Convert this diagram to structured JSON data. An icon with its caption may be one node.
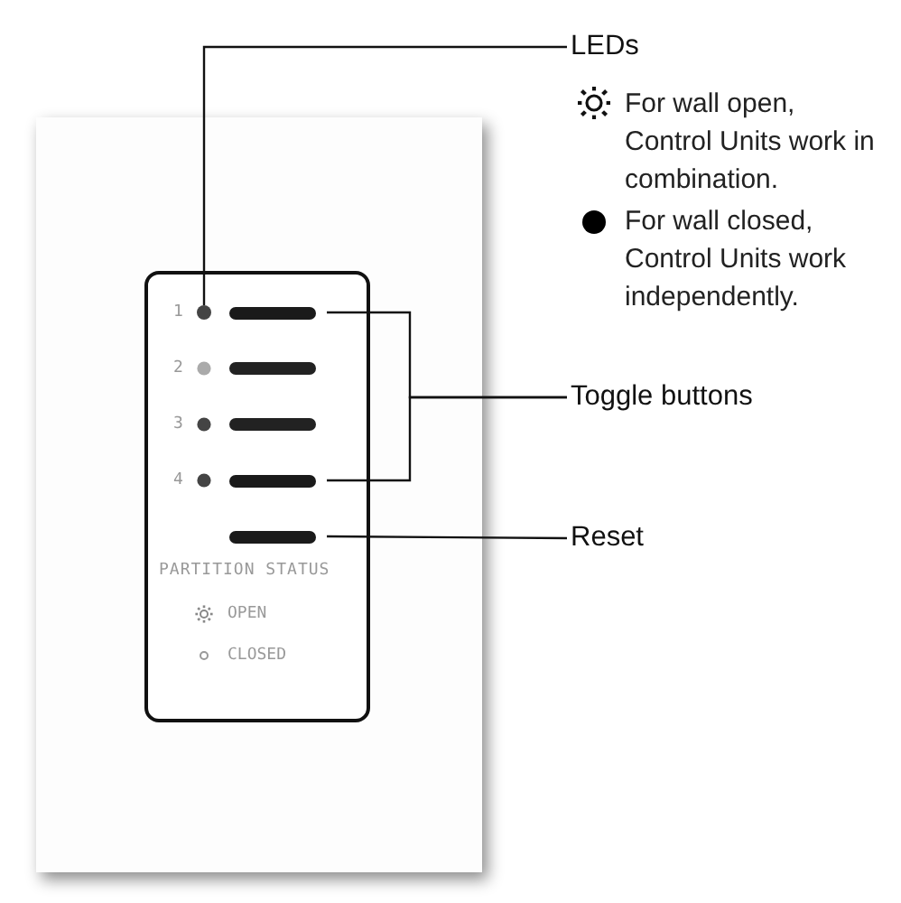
{
  "diagram": {
    "nodes": [
      {
        "text": [
          "LEDs"
        ]
      },
      {
        "text": [],
        "shape": "circle"
      },
      {
        "text": [
          "Toggle buttons"
        ]
      },
      {
        "text": [],
        "shape": "bar"
      },
      {
        "text": [],
        "shape": "bar"
      },
      {
        "text": [
          "Reset"
        ]
      },
      {
        "text": [],
        "shape": "bar"
      }
    ],
    "edges": [
      {
        "from": 0,
        "to": 1,
        "arrow": "none"
      },
      {
        "from": 2,
        "to": 3,
        "arrow": "none"
      },
      {
        "from": 2,
        "to": 4,
        "arrow": "none"
      },
      {
        "from": 5,
        "to": 6,
        "arrow": "none"
      }
    ],
    "labels": [
      "1",
      "2",
      "3",
      "4",
      "PARTITION STATUS",
      "OPEN",
      "CLOSED"
    ],
    "legend": [
      {
        "text": "For wall open, Control Units work in combination."
      },
      {
        "text": "For wall closed, Control Units work independently."
      }
    ]
  }
}
